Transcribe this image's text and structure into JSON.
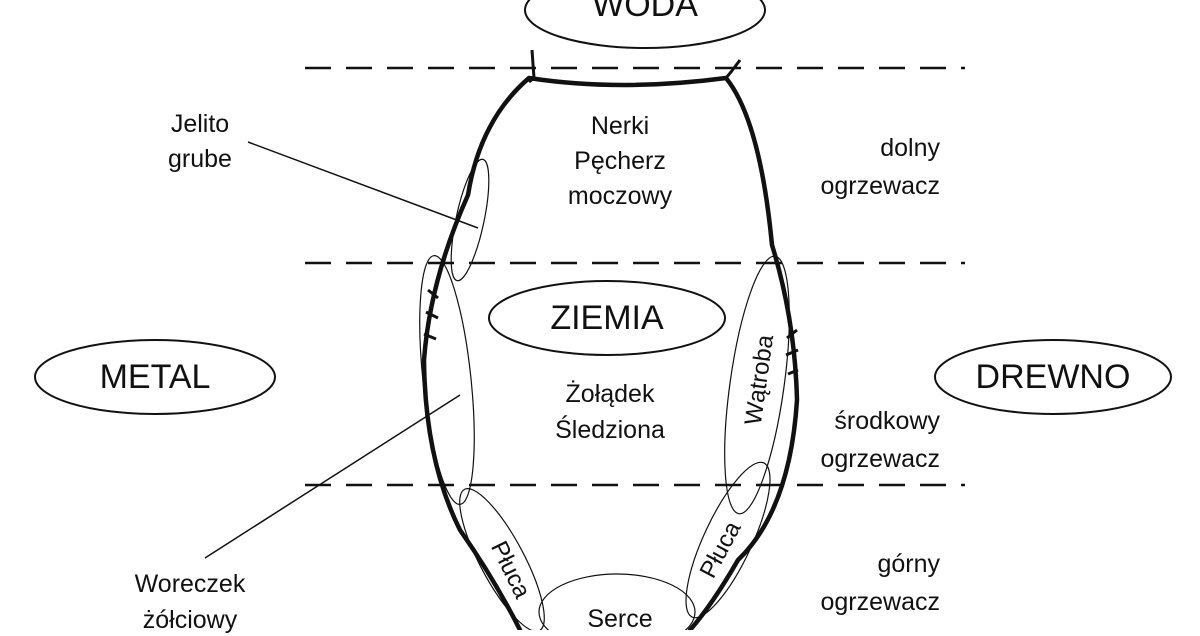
{
  "elements": {
    "woda": "WODA",
    "metal": "METAL",
    "drewno": "DREWNO",
    "ziemia": "ZIEMIA"
  },
  "organs": {
    "nerki": "Nerki",
    "pecherz": "Pęcherz",
    "moczowy": "moczowy",
    "zoladek": "Żołądek",
    "sledziona": "Śledziona",
    "watroba": "Wątroba",
    "pluca_left": "Płuca",
    "pluca_right": "Płuca",
    "serce": "Serce"
  },
  "annotations": {
    "jelito": "Jelito",
    "grube": "grube",
    "woreczek": "Woreczek",
    "zolciowy": "żółciowy"
  },
  "burners": {
    "dolny": "dolny",
    "dolny_ogrzewacz": "ogrzewacz",
    "srodkowy": "środkowy",
    "srodkowy_ogrzewacz": "ogrzewacz",
    "gorny": "górny",
    "gorny_ogrzewacz": "ogrzewacz"
  },
  "colors": {
    "ink": "#111111",
    "background": "#ffffff"
  }
}
